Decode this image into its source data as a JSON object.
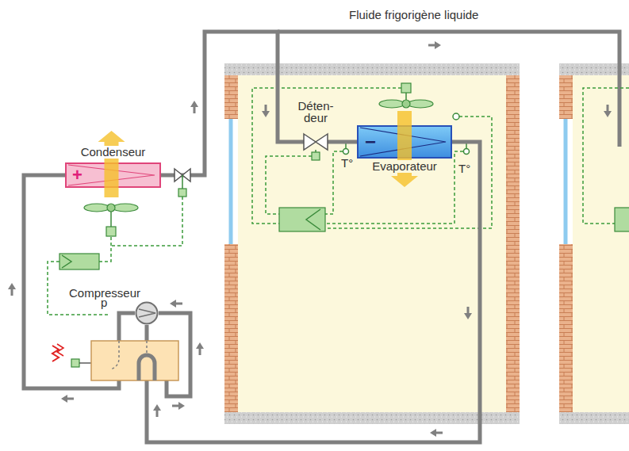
{
  "diagram": {
    "nodes": [
      {
        "text": [
          "Déten- deur"
        ]
      },
      {
        "text": [
          "−",
          "Evaporateur"
        ]
      },
      {
        "text": [
          "Condenseur",
          "+"
        ]
      },
      {
        "text": [
          "Compresseur"
        ]
      }
    ],
    "edges": [
      {
        "from": 3,
        "to": 2,
        "arrow": "none"
      },
      {
        "from": 2,
        "to": 0,
        "arrow": "none"
      },
      {
        "from": 0,
        "to": 1,
        "arrow": "none"
      },
      {
        "from": 1,
        "to": 3,
        "arrow": "none"
      }
    ],
    "labels": [
      "Fluide frigorigène liquide",
      "T°",
      "T°",
      "p"
    ]
  }
}
